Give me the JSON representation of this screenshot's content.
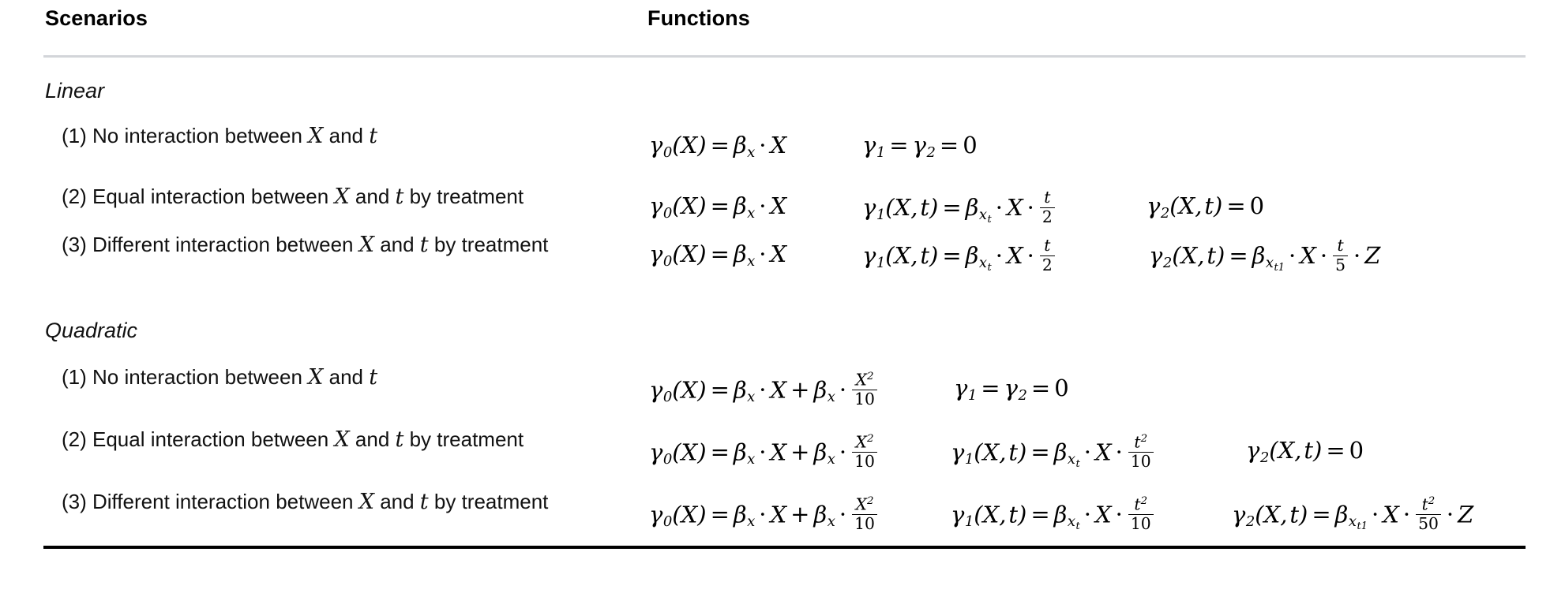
{
  "table": {
    "columns": [
      {
        "id": "scenarios",
        "label": "Scenarios"
      },
      {
        "id": "functions",
        "label": "Functions"
      }
    ],
    "rule_color_top": "#d3d5d9",
    "rule_color_bottom": "#000000",
    "groups": [
      {
        "id": "linear",
        "label": "Linear",
        "rows": [
          {
            "id": "linear-1",
            "scenario": "(1) No interaction between X and t",
            "scenario_parts": {
              "prefix": "(1) No interaction between ",
              "var1": "X",
              "mid": " and ",
              "var2": "t",
              "suffix": ""
            },
            "functions": [
              "γ0(X) = βx · X",
              "γ1 = γ2 = 0"
            ]
          },
          {
            "id": "linear-2",
            "scenario": "(2) Equal interaction between X and t by treatment",
            "scenario_parts": {
              "prefix": "(2) Equal interaction between ",
              "var1": "X",
              "mid": " and ",
              "var2": "t",
              "suffix": " by treatment"
            },
            "functions": [
              "γ0(X) = βx · X",
              "γ1(X,t) = βxt · X · t/2",
              "γ2(X,t) = 0"
            ]
          },
          {
            "id": "linear-3",
            "scenario": "(3) Different interaction between X and t by treatment",
            "scenario_parts": {
              "prefix": "(3) Different interaction between ",
              "var1": "X",
              "mid": " and ",
              "var2": "t",
              "suffix": " by treatment"
            },
            "functions": [
              "γ0(X) = βx · X",
              "γ1(X,t) = βxt · X · t/2",
              "γ2(X,t) = βxt1 · X · t/5 · Z"
            ]
          }
        ]
      },
      {
        "id": "quadratic",
        "label": "Quadratic",
        "rows": [
          {
            "id": "quadratic-1",
            "scenario": "(1) No interaction between X and t",
            "scenario_parts": {
              "prefix": "(1) No interaction between ",
              "var1": "X",
              "mid": " and ",
              "var2": "t",
              "suffix": ""
            },
            "functions": [
              "γ0(X) = βx · X + βx · X²/10",
              "γ1 = γ2 = 0"
            ]
          },
          {
            "id": "quadratic-2",
            "scenario": "(2) Equal interaction between X and t by treatment",
            "scenario_parts": {
              "prefix": "(2) Equal interaction between ",
              "var1": "X",
              "mid": " and ",
              "var2": "t",
              "suffix": " by treatment"
            },
            "functions": [
              "γ0(X) = βx · X + βx · X²/10",
              "γ1(X,t) = βxt · X · t²/10",
              "γ2(X,t) = 0"
            ]
          },
          {
            "id": "quadratic-3",
            "scenario": "(3) Different interaction between X and t by treatment",
            "scenario_parts": {
              "prefix": "(3) Different interaction between ",
              "var1": "X",
              "mid": " and ",
              "var2": "t",
              "suffix": " by treatment"
            },
            "functions": [
              "γ0(X) = βx · X + βx · X²/10",
              "γ1(X,t) = βxt · X · t²/10",
              "γ2(X,t) = βxt1 · X · t²/50 · Z"
            ]
          }
        ]
      }
    ]
  },
  "symbols": {
    "gamma": "γ",
    "beta": "β",
    "cdot": "·",
    "equals": "=",
    "plus": "+",
    "zero": "0",
    "x_upper": "X",
    "t_lower": "t",
    "z_upper": "Z",
    "x_lower": "x",
    "sub_0": "0",
    "sub_1": "1",
    "sub_2": "2",
    "sub_t": "t",
    "sub_t1": "t1",
    "den_2": "2",
    "den_5": "5",
    "den_10": "10",
    "den_50": "50",
    "exp_2": "2"
  }
}
